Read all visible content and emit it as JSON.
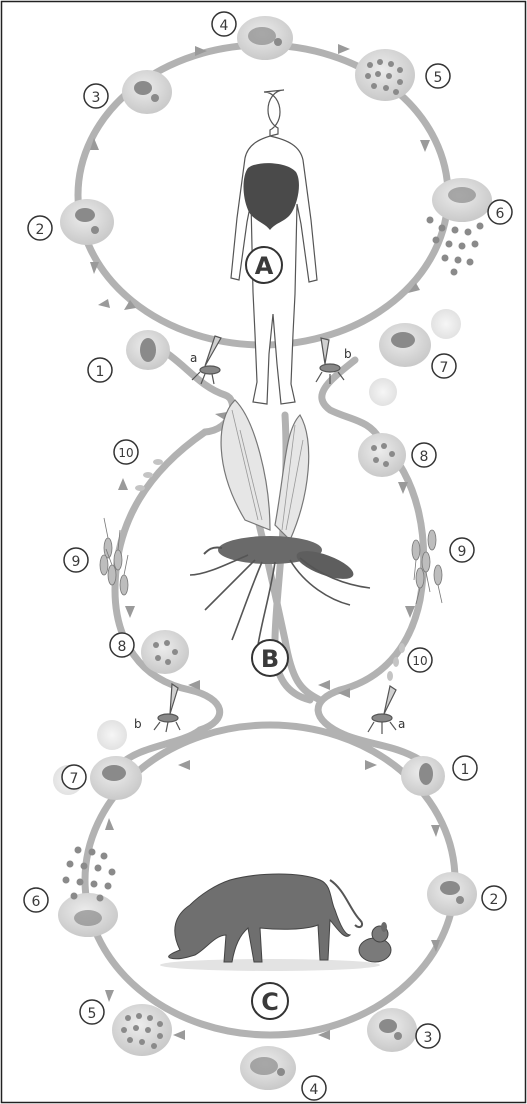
{
  "cycles": {
    "A": {
      "label": "A",
      "stages": [
        "4",
        "5",
        "6",
        "7",
        "1",
        "2",
        "3"
      ],
      "vector_labels": [
        "a",
        "b"
      ]
    },
    "B": {
      "label": "B",
      "stages": [
        "8",
        "9",
        "10",
        "10",
        "9",
        "8"
      ]
    },
    "C": {
      "label": "C",
      "stages": [
        "1",
        "2",
        "3",
        "4",
        "5",
        "6",
        "7"
      ],
      "vector_labels": [
        "b",
        "a"
      ]
    }
  },
  "colors": {
    "path": "#b2b2b2",
    "cell": "#d8d8d8",
    "parasite": "#8a8a8a",
    "liver": "#4a4a4a",
    "ink": "#3a3a3a"
  }
}
